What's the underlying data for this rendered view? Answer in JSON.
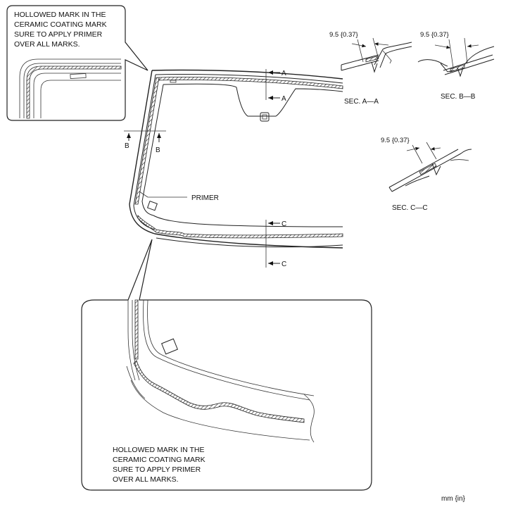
{
  "callout_top": {
    "lines": [
      "HOLLOWED MARK IN THE",
      "CERAMIC COATING MARK",
      "SURE TO APPLY PRIMER",
      "OVER ALL MARKS."
    ]
  },
  "callout_bottom": {
    "lines": [
      "HOLLOWED MARK IN THE",
      "CERAMIC COATING MARK",
      "SURE TO APPLY PRIMER",
      "OVER ALL MARKS."
    ]
  },
  "labels": {
    "primer": "PRIMER",
    "a": "A",
    "b": "B",
    "c": "C"
  },
  "sections": {
    "a": {
      "title": "SEC. A—A",
      "dimension": "9.5 {0.37}"
    },
    "b": {
      "title": "SEC. B—B",
      "dimension": "9.5 {0.37}"
    },
    "c": {
      "title": "SEC. C—C",
      "dimension": "9.5 {0.37}"
    }
  },
  "units": "mm {in}"
}
